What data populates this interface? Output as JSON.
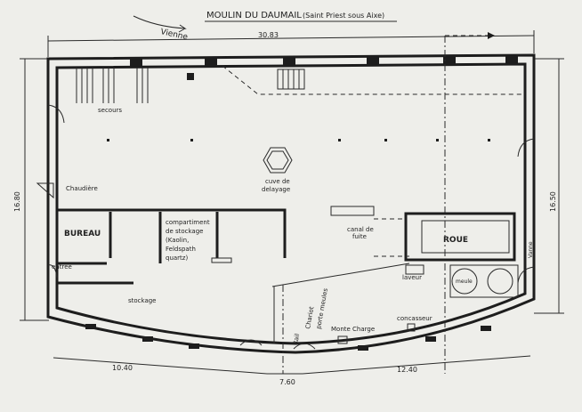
{
  "title": "MOULIN DU DAUMAIL",
  "subtitle": "(Saint Priest sous Aixe)",
  "north_label": "Vienne",
  "dimensions": {
    "top": "30.83",
    "left": "16.80",
    "right": "16.50",
    "bottom_left": "10.40",
    "bottom_middle": "7.60",
    "bottom_right": "12.40"
  },
  "rooms": {
    "secours": "secours",
    "chaudiere": "Chaudière",
    "cuve": "cuve de",
    "cuve2": "delayage",
    "bureau": "BUREAU",
    "entree": "entrée",
    "compartiment1": "compartiment",
    "compartiment2": "de stockage",
    "compartiment3": "(Kaolin,",
    "compartiment4": "Feldspath",
    "compartiment5": "quartz)",
    "stockage": "stockage",
    "canal1": "canal de",
    "canal2": "fuite",
    "roue": "ROUE",
    "vanne": "Vanne",
    "laveur": "laveur",
    "meule": "meule",
    "rail1": "Rail",
    "rail2": "Chariot",
    "rail3": "porte meules",
    "monte_charge": "Monte Charge",
    "concasseur": "concasseur"
  }
}
